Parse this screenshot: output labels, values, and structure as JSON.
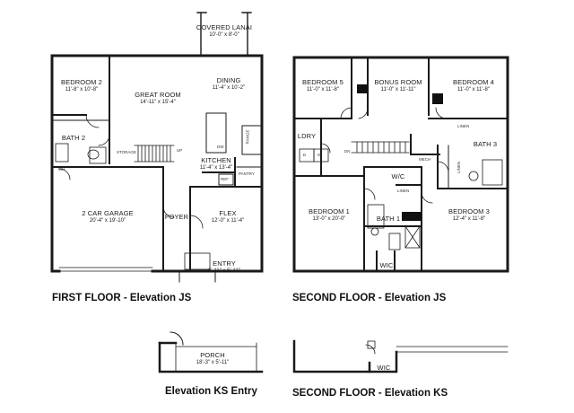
{
  "first_floor": {
    "caption": "FIRST FLOOR - Elevation JS",
    "rooms": {
      "covered_lanai": {
        "name": "COVERED LANAI",
        "dims": "10'-0\" x 8'-0\""
      },
      "bedroom2": {
        "name": "BEDROOM 2",
        "dims": "11'-8\" x 10'-8\""
      },
      "great_room": {
        "name": "GREAT ROOM",
        "dims": "14'-11\" x 15'-4\""
      },
      "dining": {
        "name": "DINING",
        "dims": "11'-4\" x 10'-2\""
      },
      "bath2": {
        "name": "BATH 2",
        "dims": ""
      },
      "kitchen": {
        "name": "KITCHEN",
        "dims": "11'-4\" x 13'-4\""
      },
      "garage": {
        "name": "2 CAR GARAGE",
        "dims": "20'-4\" x 19'-10\""
      },
      "foyer": {
        "name": "FOYER",
        "dims": ""
      },
      "flex": {
        "name": "FLEX",
        "dims": "12'-0\" x 11'-4\""
      },
      "entry": {
        "name": "ENTRY",
        "dims": "6'-11\" x 5'-11\""
      }
    },
    "labels": {
      "storage": "STORAGE",
      "up": "UP",
      "dw": "DW",
      "range": "RANGE",
      "pantry": "PANTRY",
      "ref": "REF",
      "wh": "WH"
    }
  },
  "second_floor": {
    "caption": "SECOND FLOOR - Elevation JS",
    "rooms": {
      "bedroom5": {
        "name": "BEDROOM 5",
        "dims": "11'-0\" x 11'-8\""
      },
      "bonus_room": {
        "name": "BONUS ROOM",
        "dims": "11'-0\" x 11'-11\""
      },
      "bedroom4": {
        "name": "BEDROOM 4",
        "dims": "11'-0\" x 11'-8\""
      },
      "ldry": {
        "name": "LDRY",
        "dims": ""
      },
      "bath3": {
        "name": "BATH 3",
        "dims": ""
      },
      "wic1": {
        "name": "W/C",
        "dims": ""
      },
      "bedroom1": {
        "name": "BEDROOM 1",
        "dims": "13'-0\" x 20'-0\""
      },
      "bath1": {
        "name": "BATH 1",
        "dims": ""
      },
      "bedroom3": {
        "name": "BEDROOM 3",
        "dims": "12'-4\" x 11'-8\""
      },
      "wic2": {
        "name": "WIC",
        "dims": ""
      }
    },
    "labels": {
      "linen": "LINEN",
      "linen2": "LINEN",
      "linen3": "LINEN",
      "mech": "MECH",
      "dn": "DN",
      "d": "D",
      "w": "W"
    }
  },
  "ks_entry": {
    "caption": "Elevation KS Entry",
    "rooms": {
      "porch": {
        "name": "PORCH",
        "dims": "18'-3\" x 5'-11\""
      }
    }
  },
  "ks_second": {
    "caption": "SECOND FLOOR - Elevation KS",
    "rooms": {
      "wic": {
        "name": "WIC",
        "dims": ""
      }
    }
  }
}
